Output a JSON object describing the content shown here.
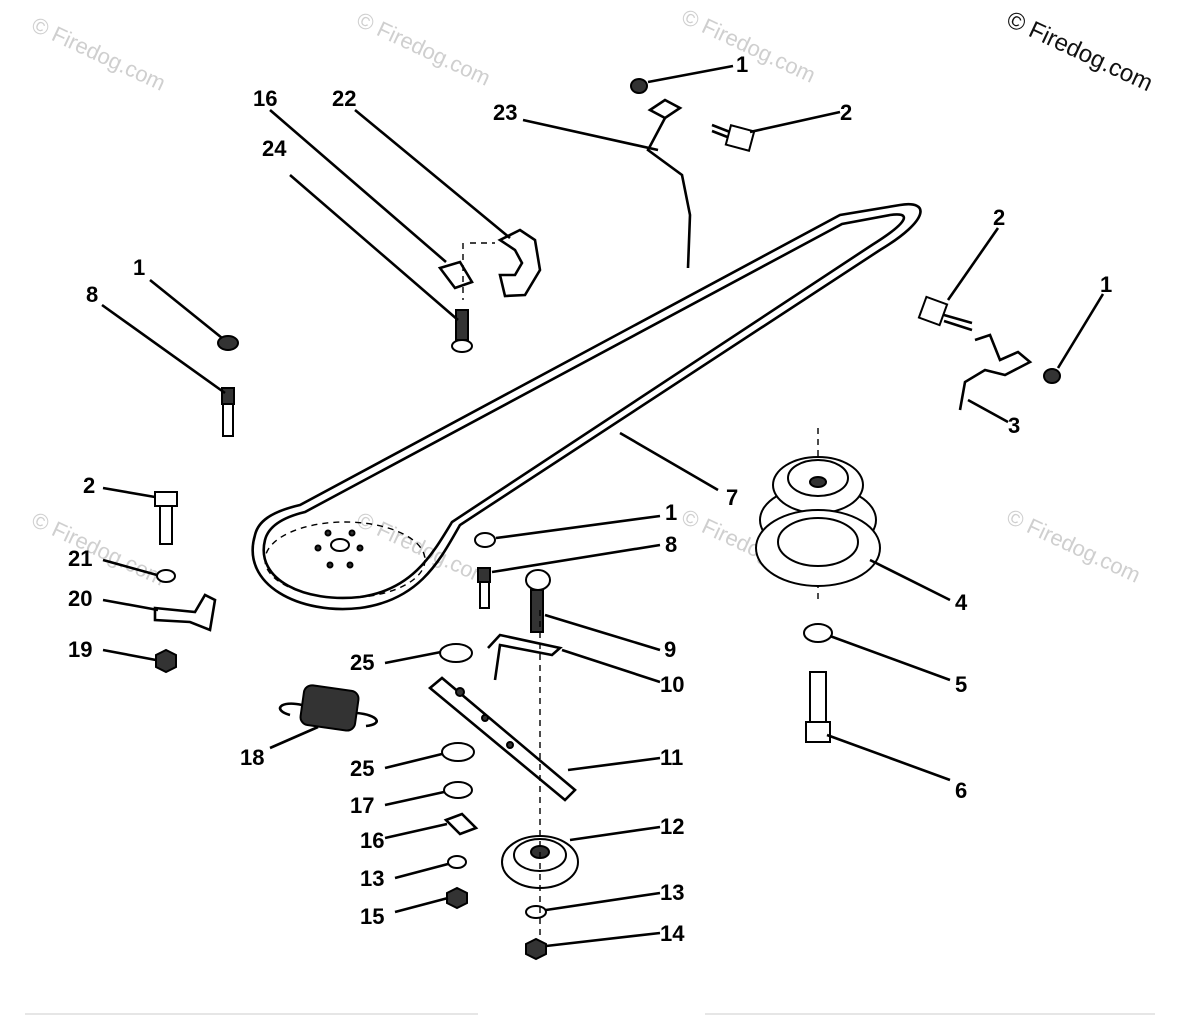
{
  "watermarks": {
    "main": "© Firedog.com",
    "faint": "© Firedog.com"
  },
  "callouts": {
    "c1_top": "1",
    "c2_top": "2",
    "c23": "23",
    "c16_top": "16",
    "c22": "22",
    "c24": "24",
    "c2_right": "2",
    "c1_right": "1",
    "c3": "3",
    "c1_left": "1",
    "c8_left": "8",
    "c7": "7",
    "c1_mid": "1",
    "c8_mid": "8",
    "c4": "4",
    "c5": "5",
    "c6": "6",
    "c2_left": "2",
    "c21": "21",
    "c20": "20",
    "c19": "19",
    "c9": "9",
    "c10": "10",
    "c25_a": "25",
    "c18": "18",
    "c11": "11",
    "c25_b": "25",
    "c17": "17",
    "c16_b": "16",
    "c12": "12",
    "c13_a": "13",
    "c13_b": "13",
    "c15": "15",
    "c14": "14"
  }
}
